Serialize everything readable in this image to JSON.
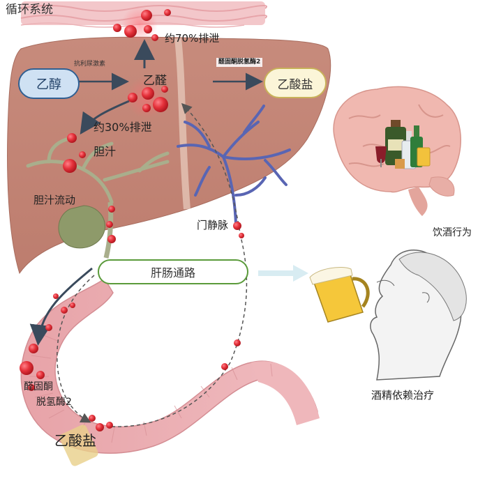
{
  "labels": {
    "circulation": "循环系统",
    "ethanol": "乙醇",
    "antidiuretic": "抗利尿激素",
    "acetaldehyde": "乙醛",
    "excrete70": "约70%排泄",
    "aldh2_top": "醛固酮脱氢酶2",
    "acetate_top": "乙酸盐",
    "excrete30": "约30%排泄",
    "bile": "胆汁",
    "bile_flow": "胆汁流动",
    "portal_vein": "门静脉",
    "drinking_behavior": "饮酒行为",
    "gut_liver_axis": "肝肠通路",
    "aldh2_gut_line1": "醛固酮",
    "aldh2_gut_line2": "脱氢酶2",
    "acetate_gut": "乙酸盐",
    "alcohol_dependence": "酒精依赖治疗"
  },
  "colors": {
    "liver": "#c98e7e",
    "vessel": "#f1c4c6",
    "intestine": "#e9a9ae",
    "molecule": "#e4313a",
    "ethanol_border": "#2f5f92",
    "gut_liver_border": "#5a9a3a",
    "acetate_border": "#c8b25a",
    "vein": "#5965b3"
  }
}
